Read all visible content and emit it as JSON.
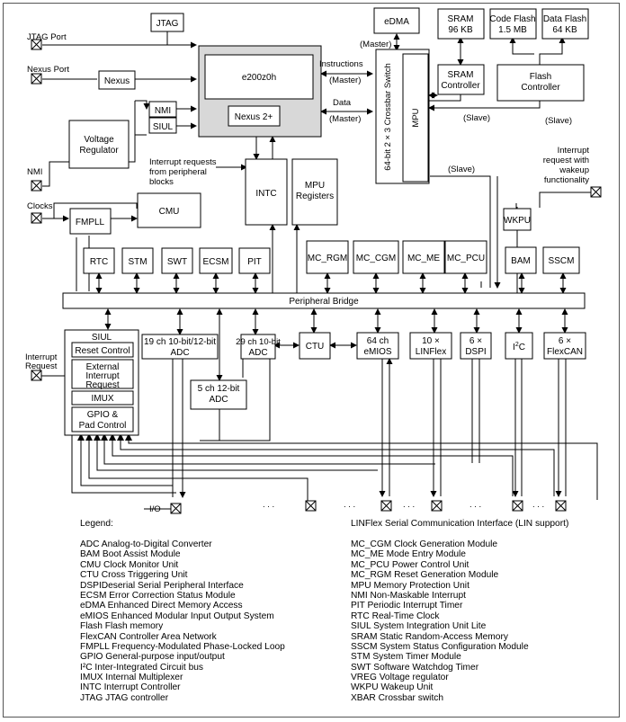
{
  "blocks": {
    "jtag": "JTAG",
    "edma": "eDMA",
    "sram_l1": "SRAM",
    "sram_l2": "96 KB",
    "cflash_l1": "Code Flash",
    "cflash_l2": "1.5 MB",
    "dflash_l1": "Data Flash",
    "dflash_l2": "64 KB",
    "nexus": "Nexus",
    "core": "e200z0h",
    "nexus2": "Nexus 2+",
    "nmi": "NMI",
    "siul_small": "SIUL",
    "vreg_l1": "Voltage",
    "vreg_l2": "Regulator",
    "intc": "INTC",
    "mpu_regs_l1": "MPU",
    "mpu_regs_l2": "Registers",
    "crossbar": "64-bit 2 × 3 Crossbar Switch",
    "mpu": "MPU",
    "sram_ctrl_l1": "SRAM",
    "sram_ctrl_l2": "Controller",
    "flash_ctrl_l1": "Flash",
    "flash_ctrl_l2": "Controller",
    "wkpu": "WKPU",
    "fmpll": "FMPLL",
    "cmu": "CMU",
    "rtc": "RTC",
    "stm": "STM",
    "swt": "SWT",
    "ecsm": "ECSM",
    "pit": "PIT",
    "mc_rgm": "MC_RGM",
    "mc_cgm": "MC_CGM",
    "mc_me": "MC_ME",
    "mc_pcu": "MC_PCU",
    "bam": "BAM",
    "sscm": "SSCM",
    "peripheral_bridge": "Peripheral Bridge",
    "siul": "SIUL",
    "reset_control": "Reset Control",
    "ext_int_l1": "External",
    "ext_int_l2": "Interrupt",
    "ext_int_l3": "Request",
    "imux": "IMUX",
    "gpio_l1": "GPIO &",
    "gpio_l2": "Pad Control",
    "adc19_l1": "19 ch 10-bit/12-bit",
    "adc19_l2": "ADC",
    "adc29_l1": "29 ch 10-bit",
    "adc29_l2": "ADC",
    "adc5_l1": "5 ch 12-bit",
    "adc5_l2": "ADC",
    "ctu": "CTU",
    "emios_l1": "64 ch",
    "emios_l2": "eMIOS",
    "linflex_l1": "10 ×",
    "linflex_l2": "LINFlex",
    "dspi_l1": "6 ×",
    "dspi_l2": "DSPI",
    "i2c_l1": "I",
    "i2c_sup": "2",
    "i2c_l2": "C",
    "flexcan_l1": "6 ×",
    "flexcan_l2": "FlexCAN"
  },
  "labels": {
    "jtag_port": "JTAG Port",
    "nexus_port": "Nexus Port",
    "nmi": "NMI",
    "clocks": "Clocks",
    "interrupt_request_l1": "Interrupt",
    "interrupt_request_l2": "Request",
    "master_edma": "(Master)",
    "instructions": "Instructions",
    "master_instr": "(Master)",
    "data": "Data",
    "master_data": "(Master)",
    "slave_sram": "(Slave)",
    "slave_flash": "(Slave)",
    "slave_bridge": "(Slave)",
    "int_from_periph_l1": "Interrupt requests",
    "int_from_periph_l2": "from peripheral",
    "int_from_periph_l3": "blocks",
    "wakeup_l1": "Interrupt",
    "wakeup_l2": "request with",
    "wakeup_l3": "wakeup",
    "wakeup_l4": "functionality",
    "io": "I/O",
    "dots": ". . ."
  },
  "legend": {
    "title": "Legend:",
    "linflex_note": "LINFlex Serial Communication Interface (LIN support)",
    "left": [
      "ADC Analog-to-Digital Converter",
      "BAM Boot Assist Module",
      "CMU Clock Monitor Unit",
      "CTU Cross Triggering Unit",
      "DSPIDeserial Serial Peripheral Interface",
      "ECSM Error Correction Status Module",
      "eDMA Enhanced Direct Memory Access",
      "eMIOS Enhanced Modular Input Output System",
      "Flash Flash memory",
      "FlexCAN Controller Area Network",
      "FMPLL Frequency-Modulated Phase-Locked Loop",
      "GPIO General-purpose input/output",
      "I²C Inter-Integrated Circuit bus",
      "IMUX Internal Multiplexer",
      "INTC Interrupt Controller",
      "JTAG JTAG controller"
    ],
    "right": [
      "MC_CGM Clock Generation Module",
      "MC_ME Mode Entry Module",
      "MC_PCU Power Control Unit",
      "MC_RGM Reset Generation Module",
      "MPU Memory Protection Unit",
      "NMI Non-Maskable Interrupt",
      "PIT Periodic Interrupt Timer",
      "RTC Real-Time Clock",
      "SIUL System Integration Unit Lite",
      "SRAM Static Random-Access Memory",
      "SSCM System Status Configuration Module",
      "STM System Timer Module",
      "SWT Software Watchdog Timer",
      "VREG Voltage regulator",
      "WKPU Wakeup Unit",
      "XBAR Crossbar switch"
    ]
  }
}
